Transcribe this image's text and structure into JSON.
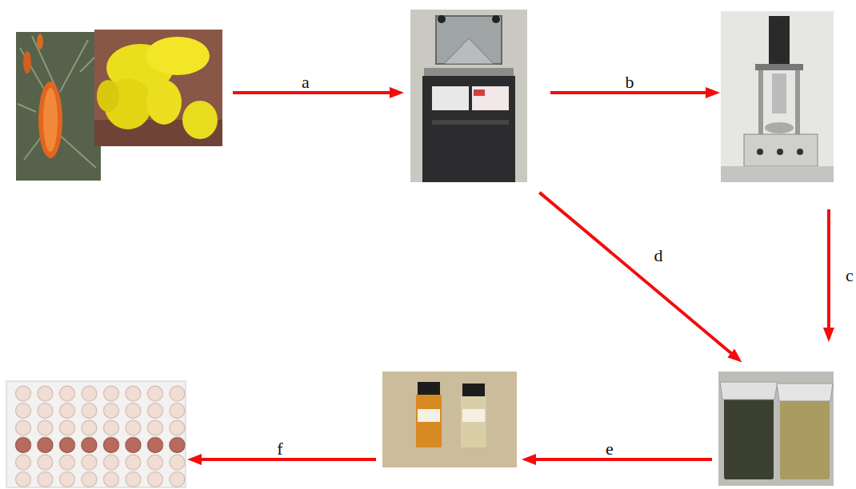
{
  "diagram": {
    "nodes": [
      {},
      {},
      {},
      {},
      {},
      {}
    ],
    "edges": [
      {
        "from": 0,
        "to": 1,
        "arrow": "to",
        "label": "a"
      },
      {
        "from": 1,
        "to": 2,
        "arrow": "to",
        "label": "b"
      },
      {
        "from": 2,
        "to": 5,
        "arrow": "to",
        "label": "c"
      },
      {
        "from": 1,
        "to": 5,
        "arrow": "to",
        "label": "d"
      },
      {
        "from": 5,
        "to": 4,
        "arrow": "to",
        "label": "e"
      },
      {
        "from": 4,
        "to": 3,
        "arrow": "to",
        "label": "f"
      }
    ]
  }
}
